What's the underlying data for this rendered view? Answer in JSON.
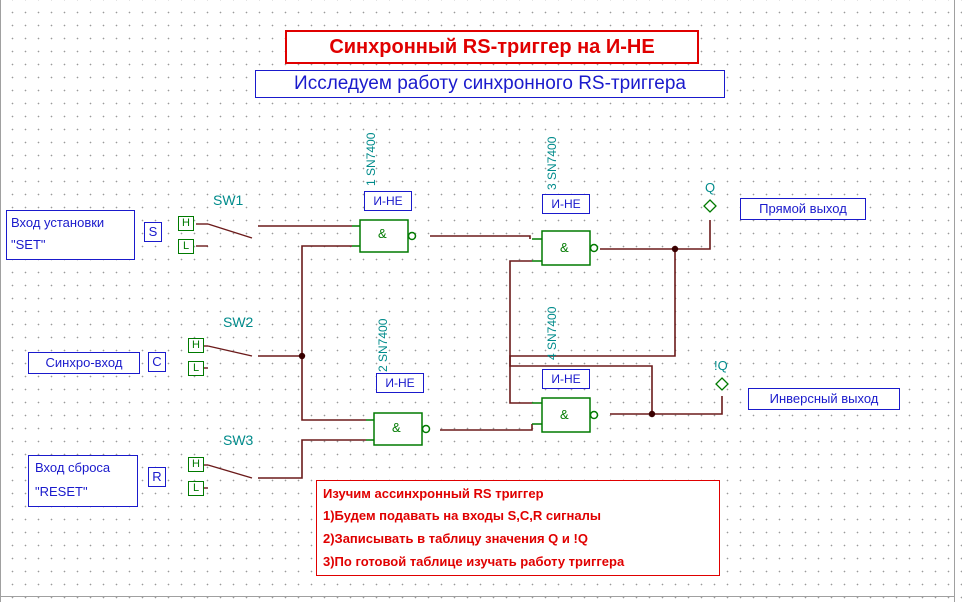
{
  "title": "Синхронный RS-триггер на И-НЕ",
  "subtitle": "Исследуем работу синхронного RS-триггера",
  "inputs": {
    "set": {
      "line1": "Вход установки",
      "line2": "\"SET\"",
      "letter": "S"
    },
    "sync": {
      "line1": "Синхро-вход",
      "letter": "C"
    },
    "reset": {
      "line1": "Вход сброса",
      "line2": "\"RESET\"",
      "letter": "R"
    }
  },
  "switches": [
    {
      "name": "SW1",
      "high": "H",
      "low": "L"
    },
    {
      "name": "SW2",
      "high": "H",
      "low": "L"
    },
    {
      "name": "SW3",
      "high": "H",
      "low": "L"
    }
  ],
  "gates": [
    {
      "ref": "1 SN7400",
      "label": "И-НЕ",
      "symbol": "&"
    },
    {
      "ref": "2 SN7400",
      "label": "И-НЕ",
      "symbol": "&"
    },
    {
      "ref": "3 SN7400",
      "label": "И-НЕ",
      "symbol": "&"
    },
    {
      "ref": "4 SN7400",
      "label": "И-НЕ",
      "symbol": "&"
    }
  ],
  "outputs": {
    "q": {
      "pin": "Q",
      "label": "Прямой выход"
    },
    "nq": {
      "pin": "!Q",
      "label": "Инверсный выход"
    }
  },
  "notes": [
    "Изучим ассинхронный RS триггер",
    "1)Будем подавать на входы S,C,R сигналы",
    "2)Записывать в таблицу значения Q и !Q",
    "3)По готовой таблице изучать работу триггера"
  ],
  "colors": {
    "wire": "#6b1a1a",
    "gate": "#007a00",
    "label_blue": "#1a1acc",
    "label_red": "#e00000",
    "ref_teal": "#008b8b"
  }
}
